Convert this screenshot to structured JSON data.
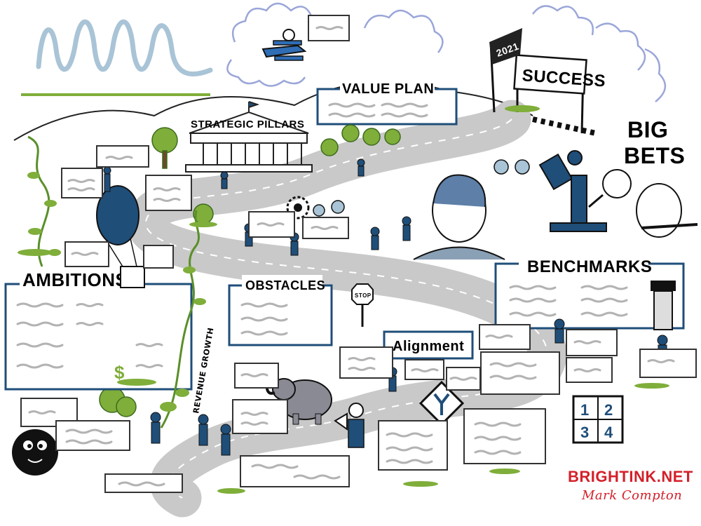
{
  "labels": {
    "value_plan": "VALUE PLAN",
    "strategic_pillars": "STRATEGIC PILLARS",
    "success": "SUCCESS",
    "year_flag": "2021",
    "big_bets": [
      "BIG",
      "BETS"
    ],
    "ambitions": "AMBITIONS",
    "obstacles": "OBSTACLES",
    "benchmarks": "BENCHMARKS",
    "alignment": "Alignment",
    "stop_sign": "STOP",
    "revenue_growth": "REVENUE GROWTH",
    "currency_symbol": "$",
    "priority_grid": [
      "1",
      "2",
      "3",
      "4"
    ],
    "brand": "BRIGHTINK.NET",
    "signature": "Mark Compton"
  },
  "colors": {
    "navy": "#1f4e79",
    "ink": "#111111",
    "light_blue": "#a9c4d6",
    "green": "#7fae3a",
    "cloud": "#9aa6d9",
    "grey_scribble": "#b3b3b3",
    "brand_red": "#d4202a"
  },
  "icons": [
    "biplane-icon",
    "checkered-flag-icon",
    "greek-temple-icon",
    "hot-air-balloon-icon",
    "stop-sign-icon",
    "elephant-icon",
    "microscope-icon",
    "gear-icon",
    "dollar-icon",
    "fork-road-sign-icon",
    "megaphone-icon",
    "tree-icon",
    "vine-icon",
    "smiley-icon"
  ]
}
